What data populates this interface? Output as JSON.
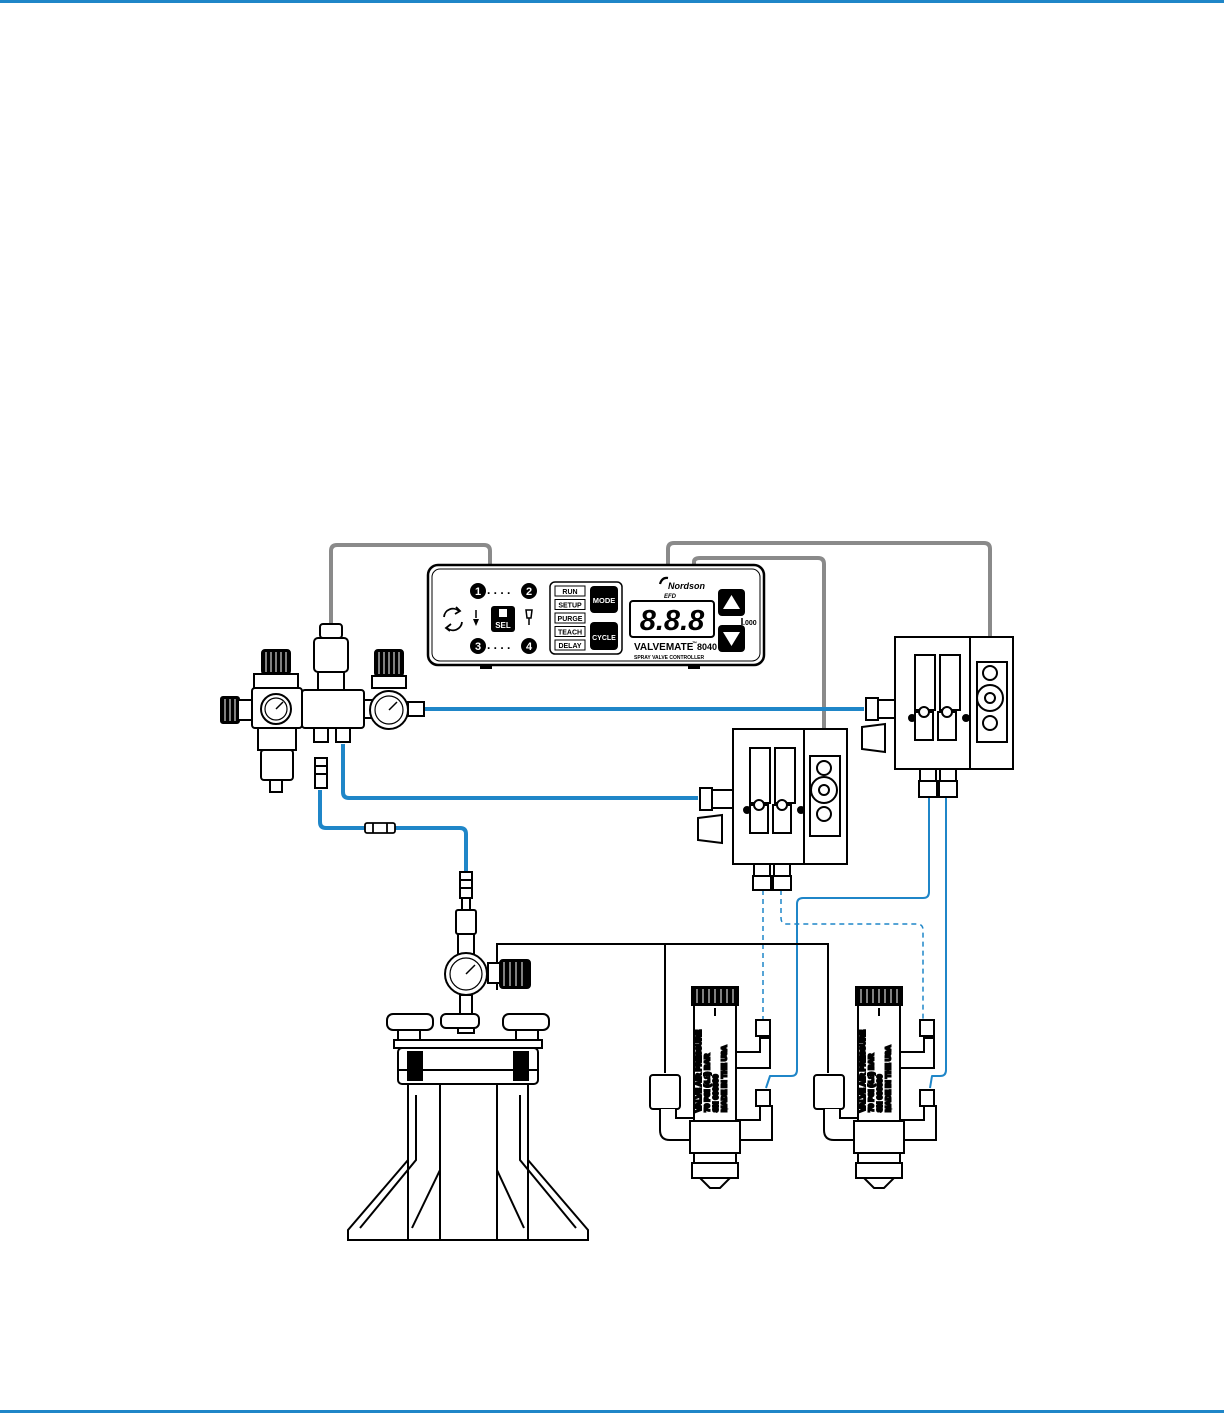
{
  "controller": {
    "brand": "Nordson",
    "brand_sub": "EFD",
    "model_name": "VALVEMATE",
    "model_tm": "™",
    "model_number": "8040",
    "subtitle": "SPRAY VALVE CONTROLLER",
    "display_value": "8.8.8",
    "unit": ".000",
    "mode_labels": [
      "RUN",
      "SETUP",
      "PURGE",
      "TEACH",
      "DELAY"
    ],
    "mode_button": "MODE",
    "cycle_button": "CYCLE",
    "sel_button": "SEL",
    "channel_numbers": [
      "1",
      "2",
      "3",
      "4"
    ]
  },
  "spray_valves": [
    {
      "label_lines": [
        "VALVE AIR PRESSURE",
        "70 PSI (4.8) BAR",
        "SN 000000",
        "MADE IN THE USA"
      ]
    },
    {
      "label_lines": [
        "VALVE AIR PRESSURE",
        "70 PSI (4.8) BAR",
        "SN 000000",
        "MADE IN THE USA"
      ]
    }
  ],
  "colors": {
    "air_line": "#1f86c8",
    "cable": "#8a8a8a",
    "outline": "#000000",
    "rule": "#1f86c8"
  }
}
